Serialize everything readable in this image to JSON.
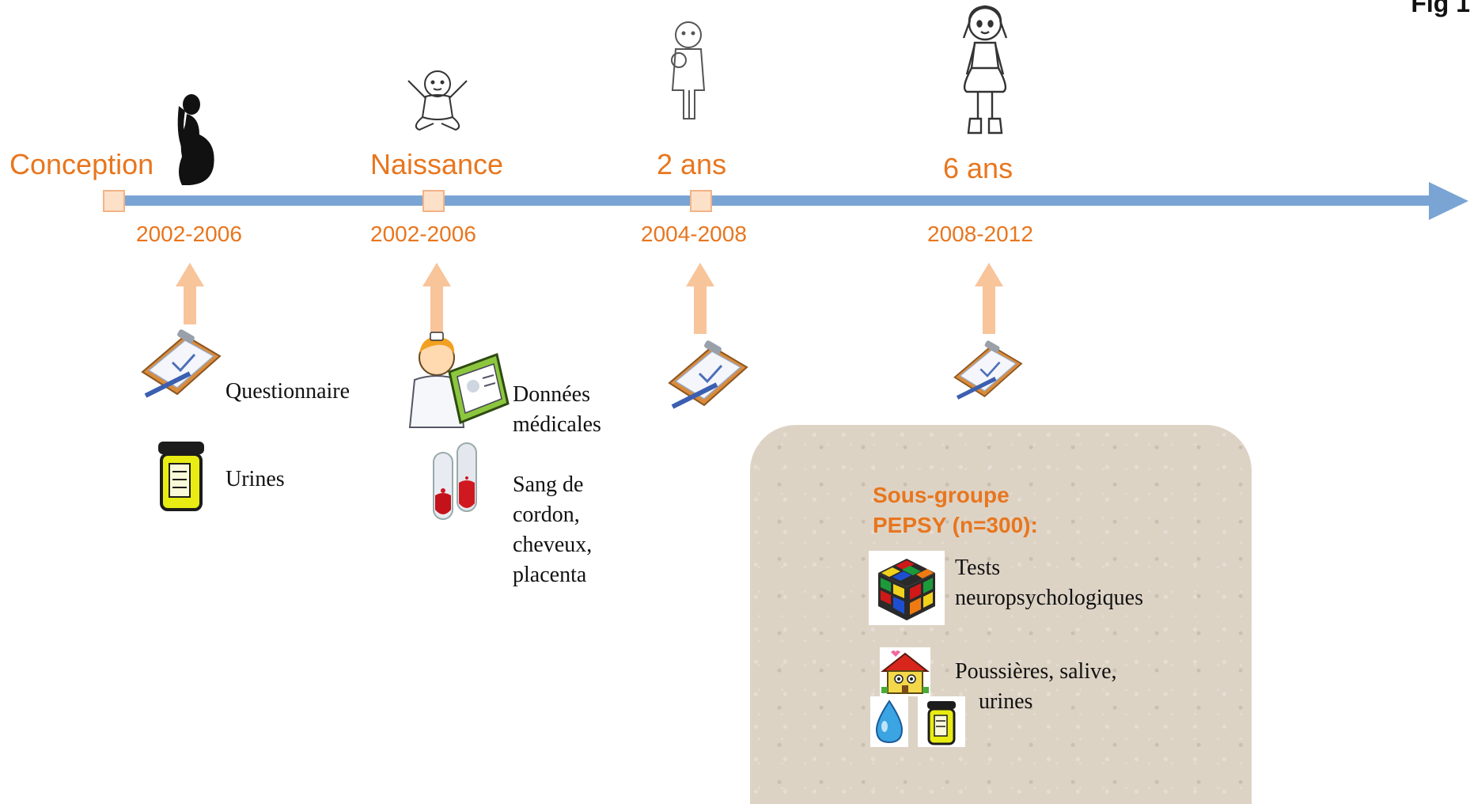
{
  "corner_label": "Fig 1",
  "stages": [
    {
      "id": "conception",
      "label": "Conception",
      "dates": "2002-2006"
    },
    {
      "id": "naissance",
      "label": "Naissance",
      "dates": "2002-2006"
    },
    {
      "id": "2ans",
      "label": "2 ans",
      "dates": "2004-2008"
    },
    {
      "id": "6ans",
      "label": "6 ans",
      "dates": "2008-2012"
    }
  ],
  "collections": {
    "conception": {
      "item1": "Questionnaire",
      "item2": "Urines"
    },
    "naissance": {
      "item1": "Données médicales",
      "item2": "Sang de cordon, cheveux, placenta"
    }
  },
  "subgroup": {
    "title_line1": "Sous-groupe",
    "title_line2": "PEPSY (n=300):",
    "item1": "Tests neuropsychologiques",
    "item2_line1": "Poussières, salive,",
    "item2_line2": "urines"
  },
  "colors": {
    "accent": "#e8761e",
    "timeline": "#7aa4d4",
    "arrow": "#f8c49a"
  }
}
